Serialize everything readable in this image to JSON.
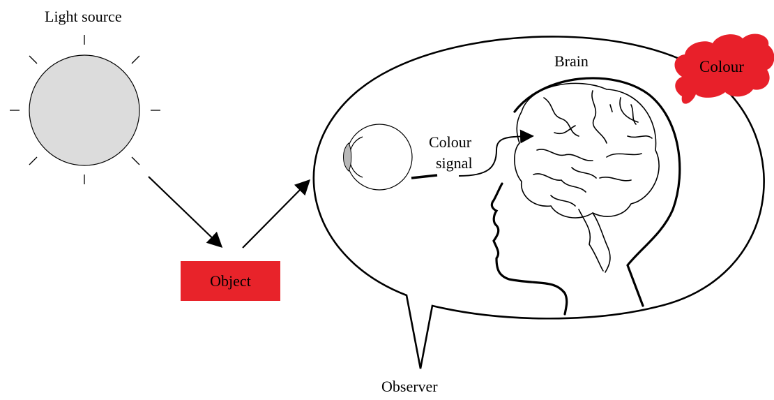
{
  "labels": {
    "light_source": "Light source",
    "object": "Object",
    "observer": "Observer",
    "brain": "Brain",
    "colour_signal_line1": "Colour",
    "colour_signal_line2": "signal",
    "colour": "Colour"
  },
  "colors": {
    "object_fill": "#e8232a",
    "colour_cloud_fill": "#e8202a",
    "light_source_fill": "#dcdcdc",
    "stroke": "#000000"
  },
  "icons": [
    "light-source-icon",
    "eye-icon",
    "head-silhouette-icon",
    "brain-icon",
    "colour-cloud-icon"
  ]
}
